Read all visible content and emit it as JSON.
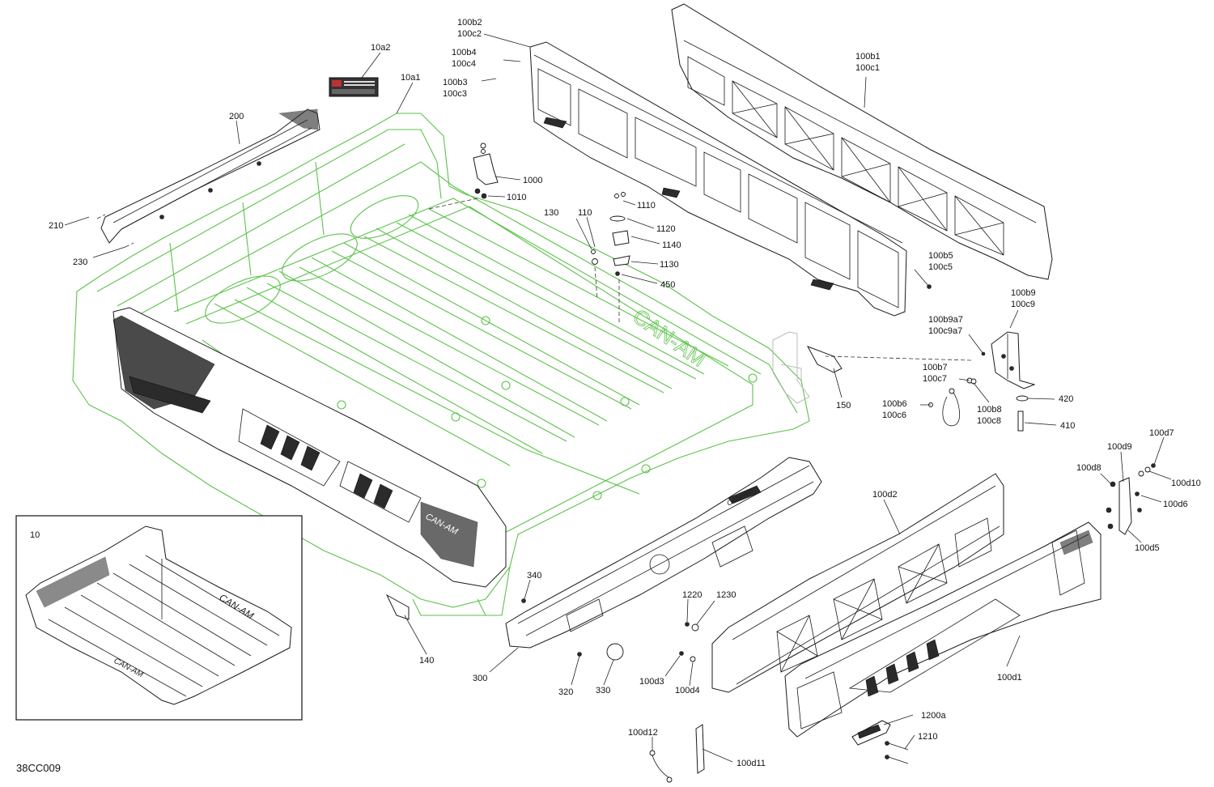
{
  "figure_code": "38CC009",
  "inset_label": "10",
  "callouts": [
    {
      "id": "c-10a2",
      "lines": [
        "10a2"
      ]
    },
    {
      "id": "c-10a1",
      "lines": [
        "10a1"
      ]
    },
    {
      "id": "c-200",
      "lines": [
        "200"
      ]
    },
    {
      "id": "c-210",
      "lines": [
        "210"
      ]
    },
    {
      "id": "c-230",
      "lines": [
        "230"
      ]
    },
    {
      "id": "c-1000",
      "lines": [
        "1000"
      ]
    },
    {
      "id": "c-1010",
      "lines": [
        "1010"
      ]
    },
    {
      "id": "c-130",
      "lines": [
        "130"
      ]
    },
    {
      "id": "c-110",
      "lines": [
        "110"
      ]
    },
    {
      "id": "c-1110",
      "lines": [
        "1110"
      ]
    },
    {
      "id": "c-1120",
      "lines": [
        "1120"
      ]
    },
    {
      "id": "c-1140",
      "lines": [
        "1140"
      ]
    },
    {
      "id": "c-1130",
      "lines": [
        "1130"
      ]
    },
    {
      "id": "c-450",
      "lines": [
        "450"
      ]
    },
    {
      "id": "c-100b2",
      "lines": [
        "100b2",
        "100c2"
      ]
    },
    {
      "id": "c-100b4",
      "lines": [
        "100b4",
        "100c4"
      ]
    },
    {
      "id": "c-100b3",
      "lines": [
        "100b3",
        "100c3"
      ]
    },
    {
      "id": "c-100b1",
      "lines": [
        "100b1",
        "100c1"
      ]
    },
    {
      "id": "c-100b5",
      "lines": [
        "100b5",
        "100c5"
      ]
    },
    {
      "id": "c-100b9",
      "lines": [
        "100b9",
        "100c9"
      ]
    },
    {
      "id": "c-100b9a7",
      "lines": [
        "100b9a7",
        "100c9a7"
      ]
    },
    {
      "id": "c-100b7",
      "lines": [
        "100b7",
        "100c7"
      ]
    },
    {
      "id": "c-100b6",
      "lines": [
        "100b6",
        "100c6"
      ]
    },
    {
      "id": "c-100b8",
      "lines": [
        "100b8",
        "100c8"
      ]
    },
    {
      "id": "c-420",
      "lines": [
        "420"
      ]
    },
    {
      "id": "c-410",
      "lines": [
        "410"
      ]
    },
    {
      "id": "c-150",
      "lines": [
        "150"
      ]
    },
    {
      "id": "c-100d7",
      "lines": [
        "100d7"
      ]
    },
    {
      "id": "c-100d9",
      "lines": [
        "100d9"
      ]
    },
    {
      "id": "c-100d8",
      "lines": [
        "100d8"
      ]
    },
    {
      "id": "c-100d10",
      "lines": [
        "100d10"
      ]
    },
    {
      "id": "c-100d6",
      "lines": [
        "100d6"
      ]
    },
    {
      "id": "c-100d5",
      "lines": [
        "100d5"
      ]
    },
    {
      "id": "c-100d2",
      "lines": [
        "100d2"
      ]
    },
    {
      "id": "c-100d1",
      "lines": [
        "100d1"
      ]
    },
    {
      "id": "c-340",
      "lines": [
        "340"
      ]
    },
    {
      "id": "c-140",
      "lines": [
        "140"
      ]
    },
    {
      "id": "c-300",
      "lines": [
        "300"
      ]
    },
    {
      "id": "c-320",
      "lines": [
        "320"
      ]
    },
    {
      "id": "c-330",
      "lines": [
        "330"
      ]
    },
    {
      "id": "c-1220",
      "lines": [
        "1220"
      ]
    },
    {
      "id": "c-1230",
      "lines": [
        "1230"
      ]
    },
    {
      "id": "c-100d3",
      "lines": [
        "100d3"
      ]
    },
    {
      "id": "c-100d4",
      "lines": [
        "100d4"
      ]
    },
    {
      "id": "c-1200a",
      "lines": [
        "1200a"
      ]
    },
    {
      "id": "c-1210",
      "lines": [
        "1210"
      ]
    },
    {
      "id": "c-100d12",
      "lines": [
        "100d12"
      ]
    },
    {
      "id": "c-100d11",
      "lines": [
        "100d11"
      ]
    }
  ]
}
